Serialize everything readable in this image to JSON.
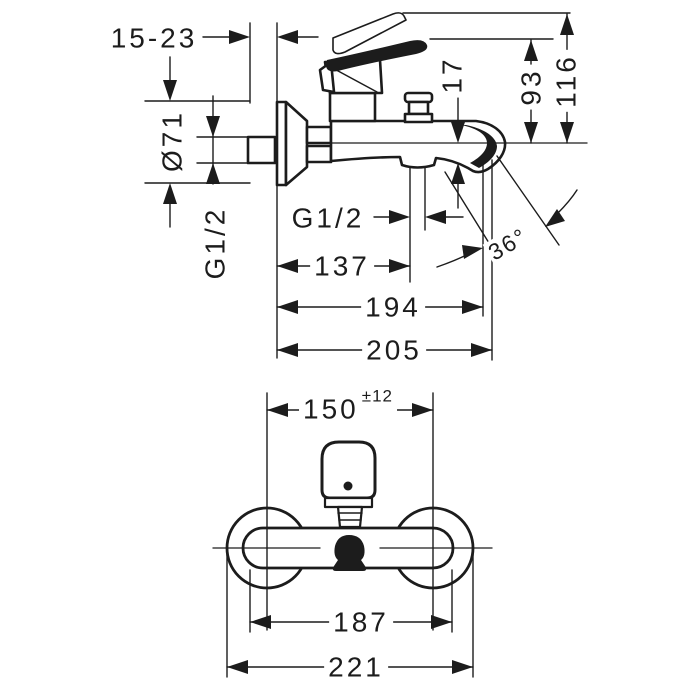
{
  "drawing": {
    "kind": "technical dimensional drawing",
    "subject": "wall-mounted single-lever bath mixer",
    "line_color": "#1c1c1c",
    "background_color": "#ffffff"
  },
  "side_view": {
    "name": "side view",
    "dims": {
      "wall_depth": "15-23",
      "escutcheon_diameter": "Ø71",
      "inlet_thread": "G1/2",
      "outlet_thread": "G1/2",
      "spout_drop": "17",
      "height_body": "93",
      "height_total": "116",
      "proj_outlet": "137",
      "proj_spout": "194",
      "proj_total": "205",
      "spray_angle": "36°"
    }
  },
  "front_view": {
    "name": "front view",
    "dims": {
      "connection_spacing": "150",
      "connection_tolerance": "±12",
      "body_width": "187",
      "overall_width": "221"
    }
  }
}
